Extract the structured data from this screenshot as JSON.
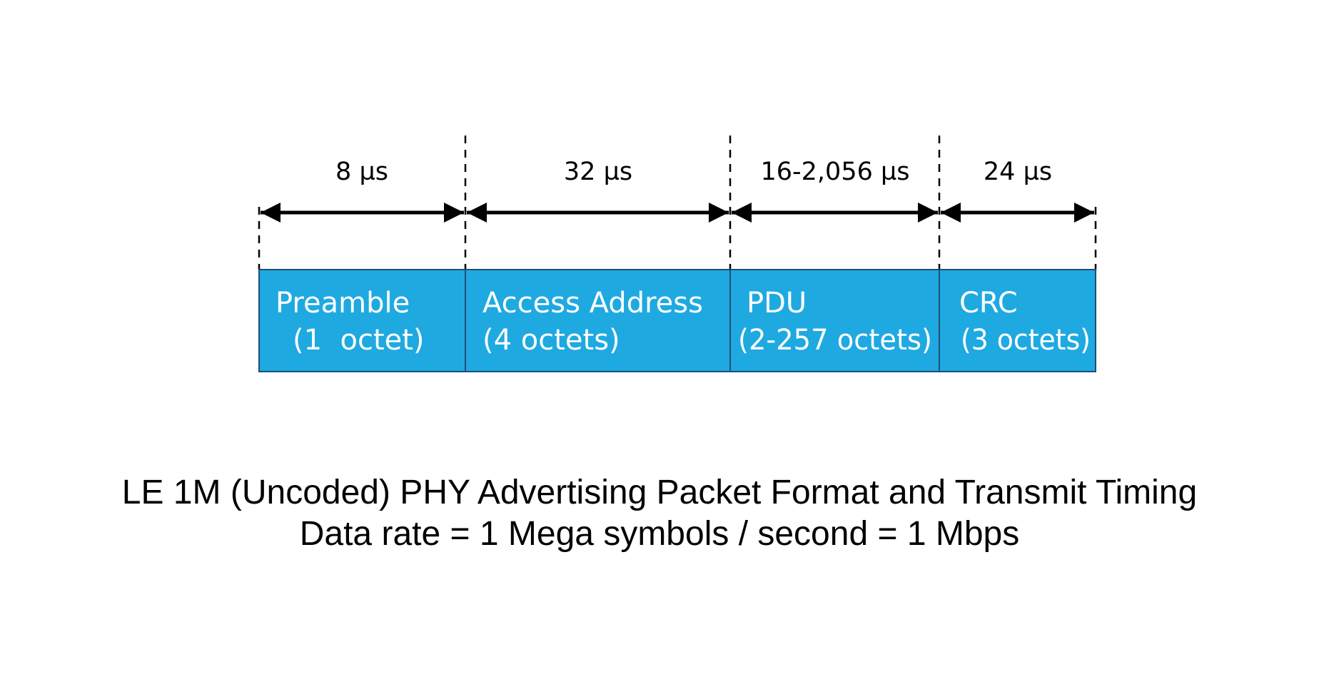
{
  "colors": {
    "field_fill": "#1FA9E1",
    "field_border": "#1F4E79",
    "line": "#000000",
    "text_on_field": "#FFFFFF"
  },
  "fields": [
    {
      "name_line": "Preamble",
      "size_line": "(1  octet)",
      "duration": "8 µs"
    },
    {
      "name_line": "Access Address",
      "size_line": "(4 octets)",
      "duration": "32 µs"
    },
    {
      "name_line": "PDU",
      "size_line": "(2-257 octets)",
      "duration": "16-2,056 µs"
    },
    {
      "name_line": "CRC",
      "size_line": "(3 octets)",
      "duration": "24 µs"
    }
  ],
  "caption": {
    "title": "LE 1M (Uncoded) PHY Advertising Packet Format and Transmit Timing",
    "subtitle": "Data rate = 1 Mega symbols / second = 1 Mbps"
  }
}
